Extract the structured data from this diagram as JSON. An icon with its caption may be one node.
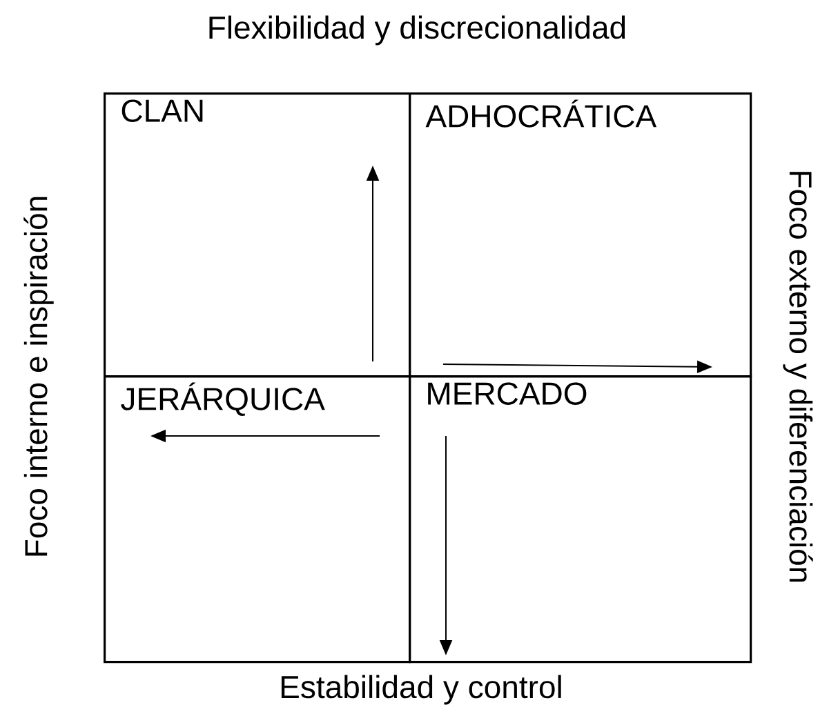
{
  "diagram": {
    "title": "Flexibilidad y discrecionalidad",
    "nodes": [
      {
        "text": [
          "CLAN"
        ]
      },
      {
        "text": [
          "ADHOCRÁTICA"
        ]
      },
      {
        "text": [
          "JERÁRQUICA"
        ]
      },
      {
        "text": [
          "MERCADO"
        ]
      }
    ],
    "labels": [
      "Foco interno e inspiración",
      "Foco externo y diferenciación",
      "Estabilidad y control"
    ]
  }
}
